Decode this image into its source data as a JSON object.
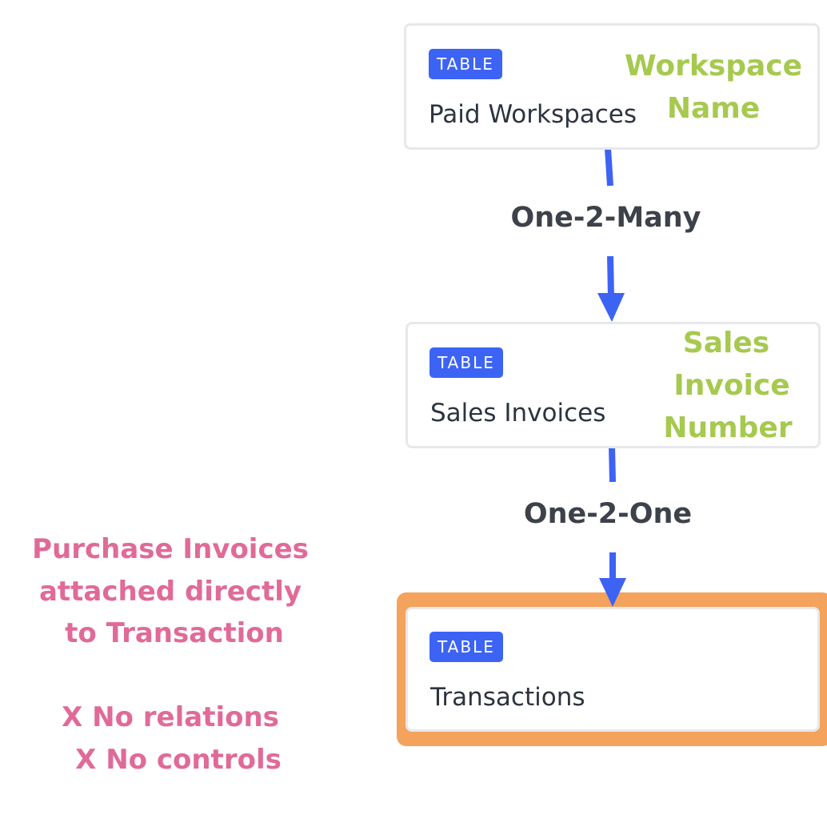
{
  "nodes": [
    {
      "badge": "TABLE",
      "title": "Paid Workspaces",
      "annotation": [
        "Workspace",
        "Name"
      ]
    },
    {
      "badge": "TABLE",
      "title": "Sales Invoices",
      "annotation": [
        "Sales",
        "Invoice",
        "Number"
      ]
    },
    {
      "badge": "TABLE",
      "title": "Transactions",
      "highlighted": true
    }
  ],
  "relations": [
    {
      "label": "One-2-Many",
      "from": "Paid Workspaces",
      "to": "Sales Invoices"
    },
    {
      "label": "One-2-One",
      "from": "Sales Invoices",
      "to": "Transactions"
    }
  ],
  "side_note": {
    "lines": [
      "Purchase Invoices",
      "attached directly",
      "to Transaction",
      "",
      "X No relations",
      "X No controls"
    ]
  },
  "colors": {
    "badge": "#3d63f5",
    "connector": "#3d63f5",
    "annotation": "#a6c94f",
    "side_note": "#e06a98",
    "relation_label": "#3d4149",
    "highlight": "#f3a35c",
    "card_border": "#e6e8eb"
  }
}
